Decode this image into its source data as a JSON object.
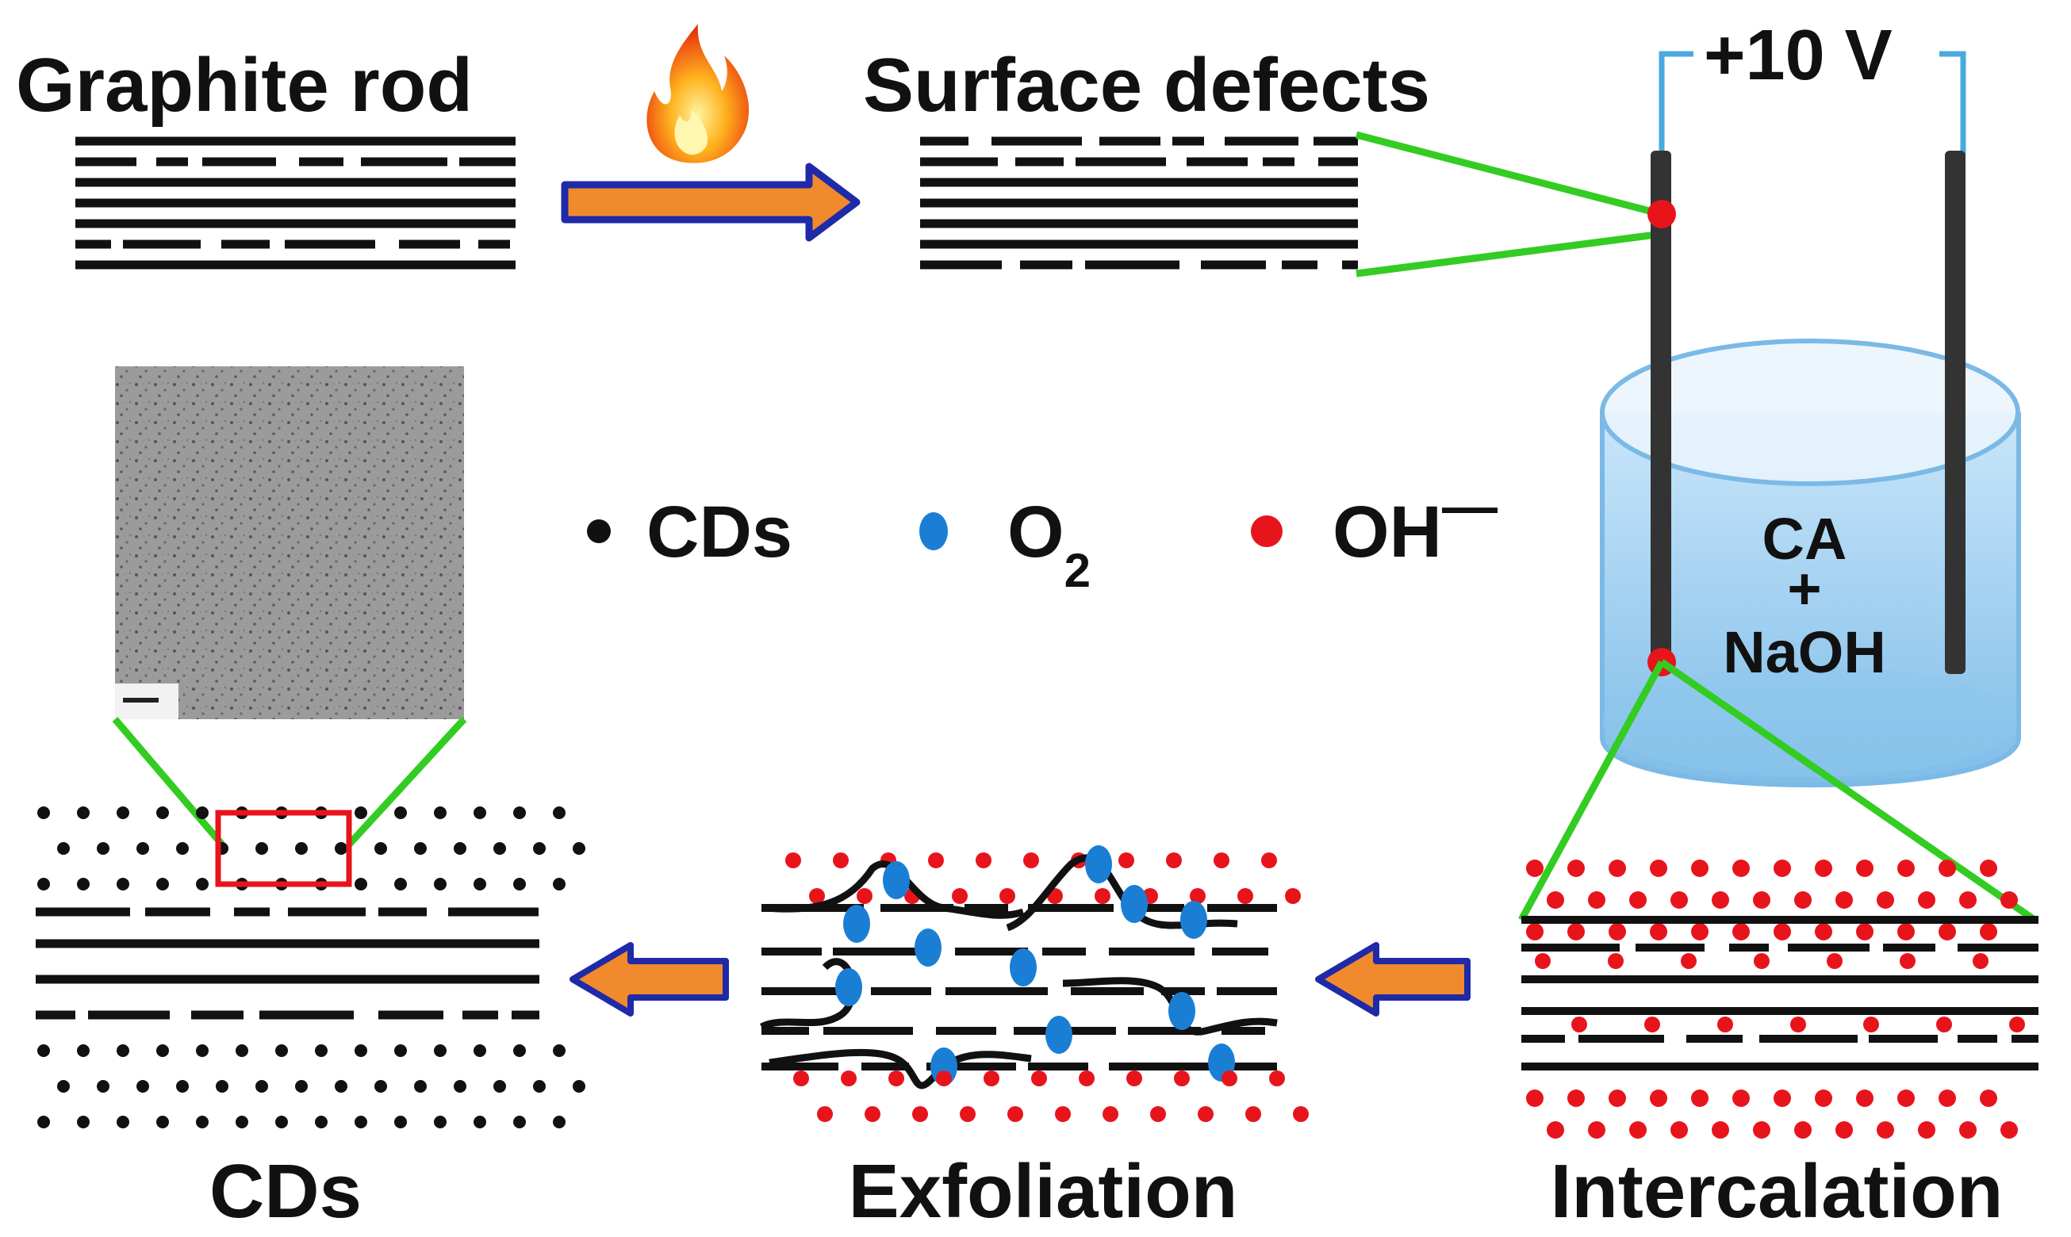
{
  "labels": {
    "graphite_rod": "Graphite  rod",
    "surface_defects": "Surface defects",
    "voltage": "+10 V",
    "electrolyte_top": "CA",
    "electrolyte_plus": "+",
    "electrolyte_bottom": "NaOH",
    "cds": "CDs",
    "exfoliation": "Exfoliation",
    "intercalation": "Intercalation"
  },
  "legend": [
    {
      "key": "cds",
      "label": "CDs",
      "color": "#111111"
    },
    {
      "key": "o2",
      "label": "O",
      "sub": "2",
      "color": "#1a7fd4"
    },
    {
      "key": "oh",
      "label": "OH",
      "sup": "—",
      "color": "#e8141c"
    }
  ],
  "colors": {
    "layer": "#111111",
    "arrow_fill": "#f08a2c",
    "arrow_stroke": "#1f2aa8",
    "zoom_line": "#33cc22",
    "wire": "#4aa8e0",
    "liquid": "#a9d4f2",
    "beaker": "#cfe7f8",
    "electrode": "#333333",
    "highlight_box": "#e8141c"
  },
  "icons": {
    "flame": "flame-icon",
    "tem": "tem-image"
  }
}
